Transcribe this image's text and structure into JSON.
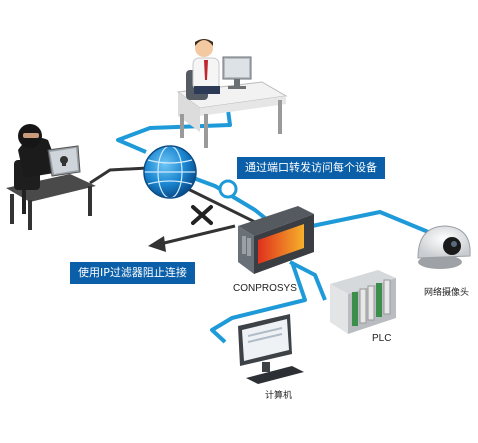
{
  "callouts": {
    "port_forward": "通过端口转发访问每个设备",
    "ip_filter": "使用IP过滤器阻止连接"
  },
  "labels": {
    "device": "CONPROSYS",
    "plc": "PLC",
    "camera": "网络摄像头",
    "computer": "计算机"
  },
  "icons": [
    "hacker-icon",
    "office-user-icon",
    "globe-icon",
    "conprosys-device-icon",
    "network-camera-icon",
    "plc-icon",
    "computer-icon",
    "blocked-x-icon",
    "port-circle-icon"
  ],
  "colors": {
    "network_blue": "#1f9ad8",
    "callout_blue": "#0a5fa8",
    "attack_line": "#333333",
    "device_orange": "#f07a1e"
  }
}
